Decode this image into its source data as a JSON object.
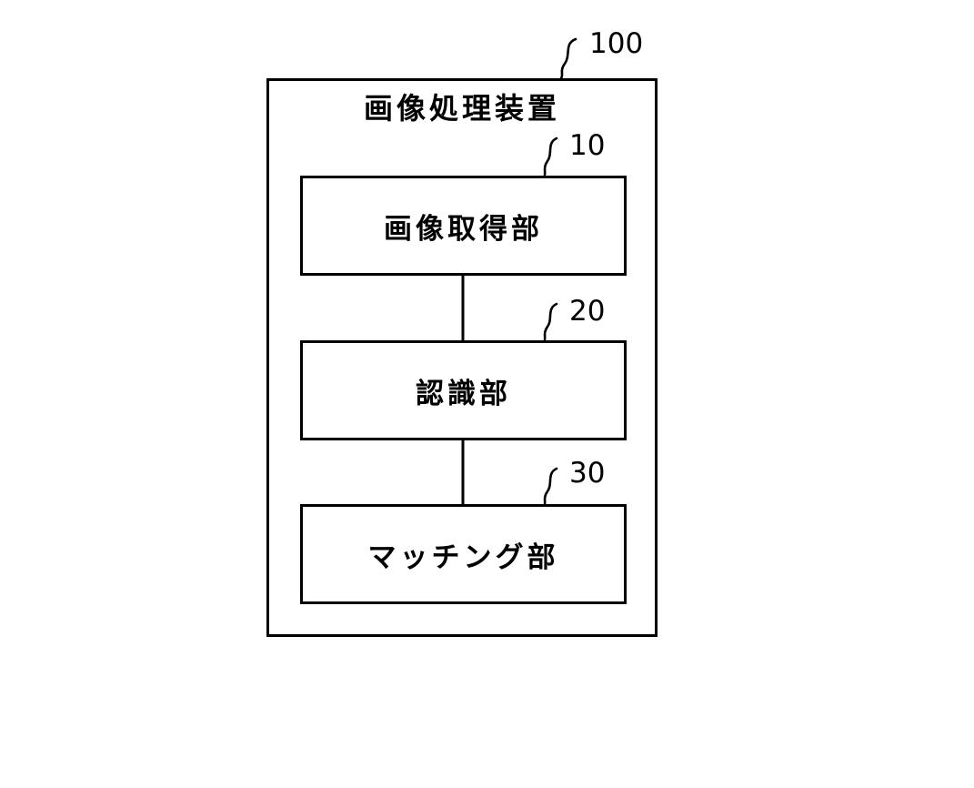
{
  "figure": {
    "type": "block-diagram",
    "background_color": "#ffffff",
    "line_color": "#000000",
    "outer": {
      "title": "画像処理装置",
      "ref": "100"
    },
    "blocks": [
      {
        "id": "image-acquisition-unit",
        "label": "画像取得部",
        "ref": "10"
      },
      {
        "id": "recognition-unit",
        "label": "認識部",
        "ref": "20"
      },
      {
        "id": "matching-unit",
        "label": "マッチング部",
        "ref": "30"
      }
    ],
    "connections": [
      {
        "from": "image-acquisition-unit",
        "to": "recognition-unit"
      },
      {
        "from": "recognition-unit",
        "to": "matching-unit"
      }
    ]
  }
}
